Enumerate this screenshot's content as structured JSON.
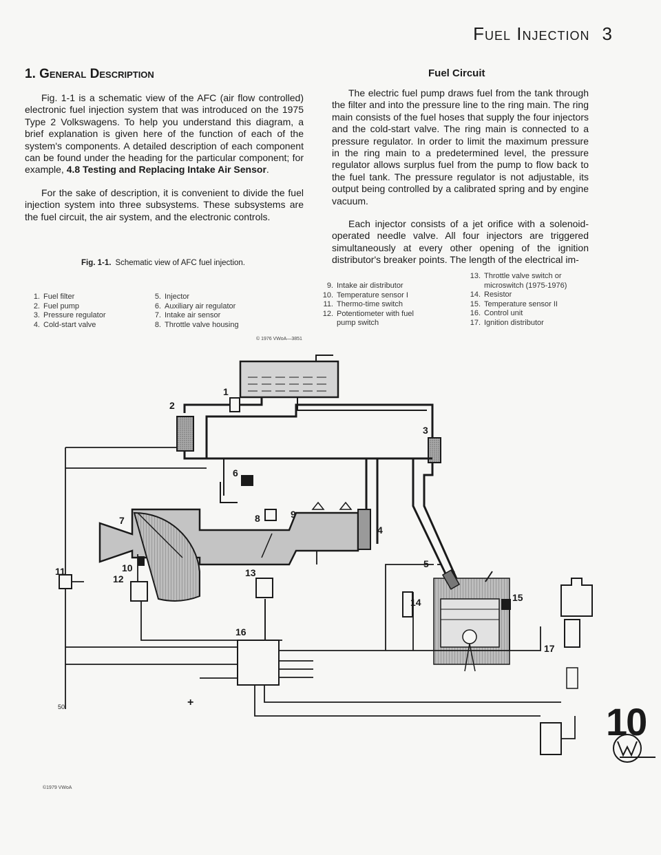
{
  "header": {
    "title": "Fuel Injection",
    "page_number": "3"
  },
  "section": {
    "title": "1. General Description"
  },
  "left_paragraphs": [
    [
      "Fig. 1-1 is a schematic view of the AFC (air flow controlled) electronic fuel injection system that was introduced on the 1975 Type 2 Volkswagens. To help you understand this diagram, a brief explanation is given here of the function of each of the system's components. A detailed description of each component can be found under the heading for the particular component; for example, ",
      "4.8 Testing and Replacing Intake Air Sensor",
      "."
    ],
    [
      "For the sake of description, it is convenient to divide the fuel injection system into three subsystems. These subsystems are the fuel circuit, the air system, and the electronic controls.",
      "",
      ""
    ]
  ],
  "fuel_circuit": {
    "heading": "Fuel Circuit",
    "paragraphs": [
      "The electric fuel pump draws fuel from the tank through the filter and into the pressure line to the ring main. The ring main consists of the fuel hoses that supply the four injectors and the cold-start valve. The ring main is connected to a pressure regulator. In order to limit the maximum pressure in the ring main to a predetermined level, the pressure regulator allows surplus fuel from the pump to flow back to the fuel tank. The pressure regulator is not adjustable, its output being controlled by a calibrated spring and by engine vacuum.",
      "Each injector consists of a jet orifice with a solenoid-operated needle valve. All four injectors are triggered simultaneously at every other opening of the ignition distributor's breaker points. The length of the electrical im-"
    ]
  },
  "figure": {
    "label": "Fig. 1-1.",
    "caption": "Schematic view of AFC fuel injection.",
    "credit_top": "© 1976 VWoA—3851",
    "credit_bottom": "©1979 VWoA"
  },
  "legend": {
    "col1": [
      {
        "n": "1.",
        "text": "Fuel filter"
      },
      {
        "n": "2.",
        "text": "Fuel pump"
      },
      {
        "n": "3.",
        "text": "Pressure regulator"
      },
      {
        "n": "4.",
        "text": "Cold-start valve"
      }
    ],
    "col2": [
      {
        "n": "5.",
        "text": "Injector"
      },
      {
        "n": "6.",
        "text": "Auxiliary air regulator"
      },
      {
        "n": "7.",
        "text": "Intake air sensor"
      },
      {
        "n": "8.",
        "text": "Throttle valve housing"
      }
    ],
    "col3": [
      {
        "n": "9.",
        "text": "Intake air distributor",
        "cont": ""
      },
      {
        "n": "10.",
        "text": "Temperature sensor I",
        "cont": ""
      },
      {
        "n": "11.",
        "text": "Thermo-time switch",
        "cont": ""
      },
      {
        "n": "12.",
        "text": "Potentiometer with fuel",
        "cont": "pump switch"
      }
    ],
    "col4": [
      {
        "n": "13.",
        "text": "Throttle valve switch or",
        "cont": "microswitch (1975-1976)"
      },
      {
        "n": "14.",
        "text": "Resistor",
        "cont": ""
      },
      {
        "n": "15.",
        "text": "Temperature sensor II",
        "cont": ""
      },
      {
        "n": "16.",
        "text": "Control unit",
        "cont": ""
      },
      {
        "n": "17.",
        "text": "Ignition distributor",
        "cont": ""
      }
    ]
  },
  "diagram_labels": {
    "l1": "1",
    "l2": "2",
    "l3": "3",
    "l4": "4",
    "l5": "5",
    "l6": "6",
    "l7": "7",
    "l8": "8",
    "l9": "9",
    "l10": "10",
    "l11": "11",
    "l12": "12",
    "l13": "13",
    "l14": "14",
    "l15": "15",
    "l16": "16",
    "l17": "17",
    "l50": "50",
    "plus": "+"
  },
  "tab": {
    "number": "10"
  },
  "colors": {
    "ink": "#1a1a1a",
    "paper": "#f7f7f5",
    "shade": "#bdbdbd",
    "hatch": "#8a8a8a"
  }
}
